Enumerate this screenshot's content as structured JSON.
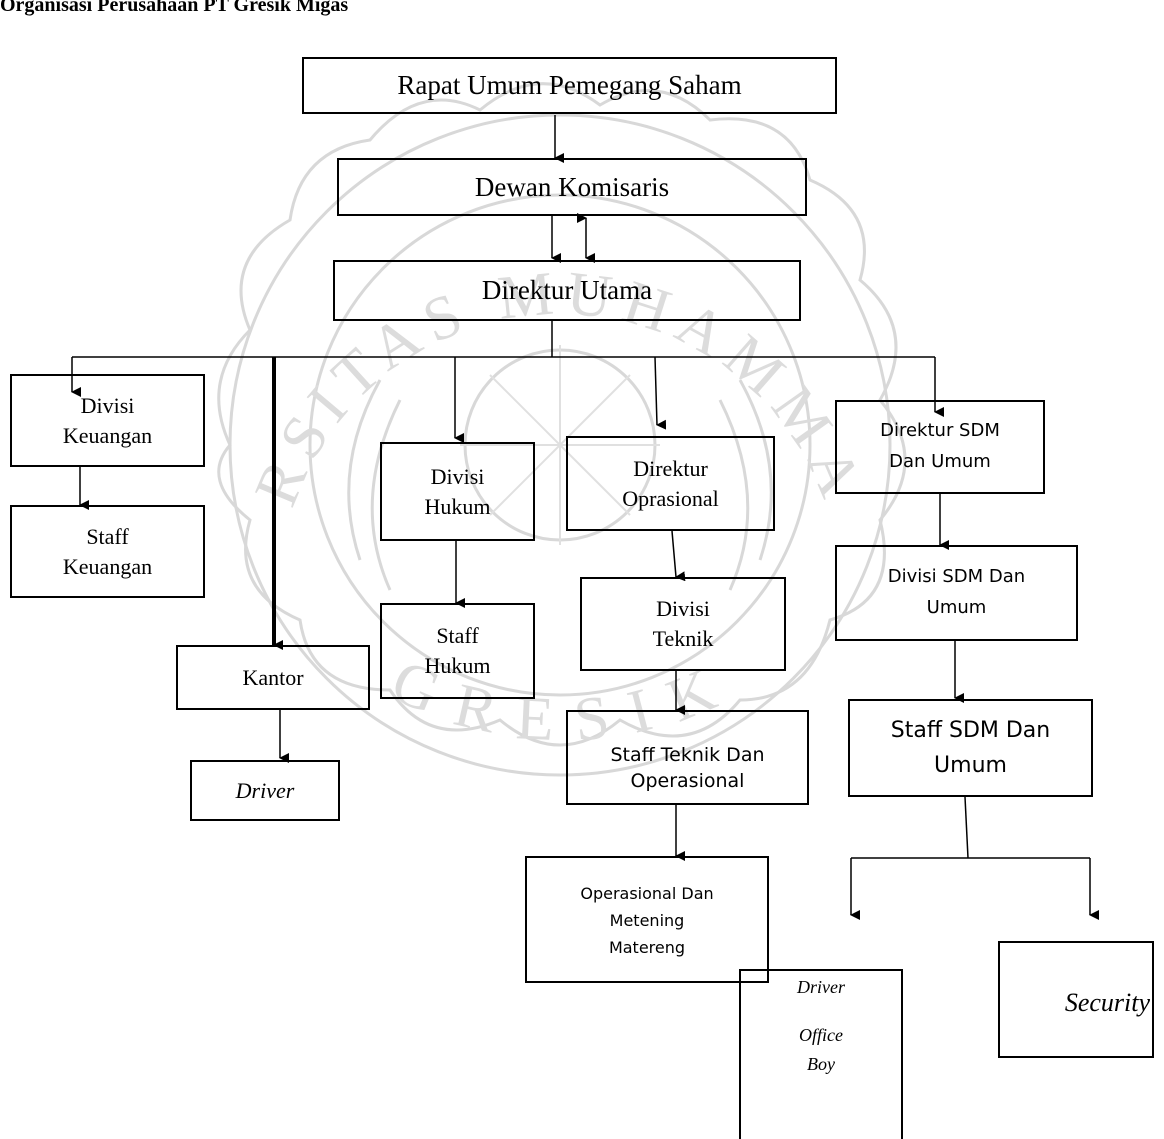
{
  "title": "Organisasi Perusahaan PT Gresik Migas",
  "watermark": {
    "top_text": "UNIVERSITAS MUHAMMADIYAH",
    "bottom_text": "GRESIK"
  },
  "nodes": {
    "rups": "Rapat Umum Pemegang Saham",
    "dewan_komisaris": "Dewan Komisaris",
    "direktur_utama": "Direktur Utama",
    "divisi_keuangan": "Divisi\nKeuangan",
    "staff_keuangan": "Staff\nKeuangan",
    "kantor": "Kantor",
    "driver_kantor": "Driver",
    "divisi_hukum": "Divisi\nHukum",
    "staff_hukum": "Staff\nHukum",
    "direktur_oprasional": "Direktur\nOprasional",
    "divisi_teknik": "Divisi\nTeknik",
    "staff_teknik": "Staff Teknik Dan\nOperasional",
    "operasional_metering": "Operasional Dan\nMetening\nMatereng",
    "direktur_sdm": "Direktur SDM\nDan Umum",
    "divisi_sdm": "Divisi SDM Dan\nUmum",
    "staff_sdm": "Staff SDM Dan\nUmum",
    "driver_sdm": "Driver",
    "office_boy": "Office\nBoy",
    "security": "Security"
  }
}
